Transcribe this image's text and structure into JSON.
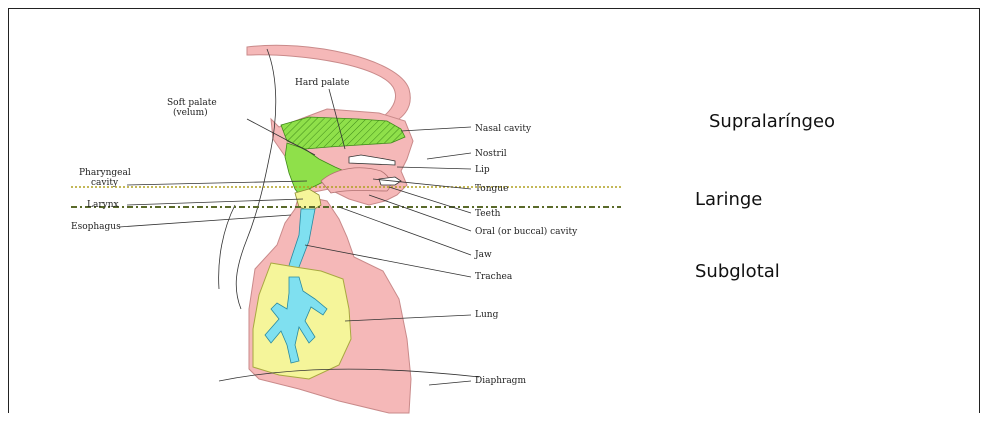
{
  "labels": {
    "hard_palate": "Hard palate",
    "soft_palate_1": "Soft palate",
    "soft_palate_2": "(velum)",
    "nasal_cavity": "Nasal cavity",
    "nostril": "Nostril",
    "lip": "Lip",
    "tongue": "Tongue",
    "pharyngeal_1": "Pharyngeal",
    "pharyngeal_2": "cavity",
    "larynx": "Larynx",
    "esophagus": "Esophagus",
    "teeth": "Teeth",
    "oral_cavity": "Oral (or buccal) cavity",
    "jaw": "Jaw",
    "trachea": "Trachea",
    "lung": "Lung",
    "diaphragm": "Diaphragm"
  },
  "zones": {
    "supralaryngeal": "Supralaríngeo",
    "larynx": "Laringe",
    "subglottal": "Subglotal"
  },
  "colors": {
    "tissue": "#f5b8b8",
    "tissue_line": "#c98a8a",
    "airway": "#7fe0f0",
    "lung": "#f5f59a",
    "cavity": "#8fe04a",
    "upper_dotted_line": "#b0a020",
    "lower_dashed_line": "#5a6a2a"
  }
}
